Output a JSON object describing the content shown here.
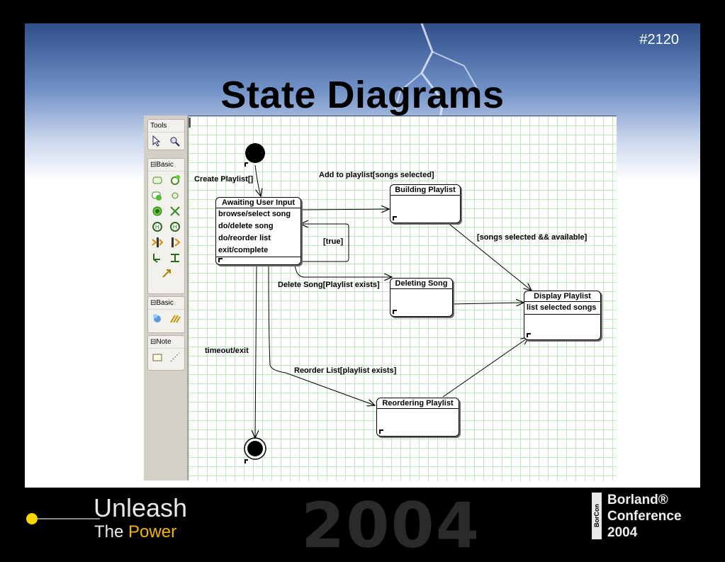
{
  "slide": {
    "number": "#2120",
    "title": "State Diagrams"
  },
  "palette": {
    "groups": [
      {
        "label": "Tools",
        "icons": [
          "pointer-icon",
          "zoom-icon"
        ]
      },
      {
        "label": "⊟Basic",
        "icons": [
          "state-icon",
          "composite-state-icon",
          "initial-state-icon",
          "small-state-icon",
          "final-state-icon",
          "terminate-icon",
          "history-icon",
          "deep-history-icon",
          "fork-icon",
          "join-icon",
          "junction-icon",
          "choice-icon",
          "transition-icon"
        ]
      },
      {
        "label": "⊟Basic",
        "icons": [
          "object-icon",
          "package-icon"
        ]
      },
      {
        "label": "⊟Note",
        "icons": [
          "note-icon",
          "note-link-icon"
        ]
      }
    ]
  },
  "diagram": {
    "states": [
      {
        "id": "awaiting",
        "name": "Awaiting User Input",
        "activities": [
          "browse/select song",
          "do/delete song",
          "do/reorder list",
          "exit/complete"
        ]
      },
      {
        "id": "building",
        "name": "Building Playlist",
        "activities": []
      },
      {
        "id": "deleting",
        "name": "Deleting Song",
        "activities": []
      },
      {
        "id": "display",
        "name": "Display Playlist",
        "activities": [
          "list selected songs"
        ]
      },
      {
        "id": "reordering",
        "name": "Reordering Playlist",
        "activities": []
      }
    ],
    "transitions": [
      {
        "from": "initial",
        "to": "awaiting",
        "label": "Create Playlist[]"
      },
      {
        "from": "awaiting",
        "to": "building",
        "label": "Add to playlist[songs selected]"
      },
      {
        "from": "awaiting",
        "to": "awaiting",
        "label": "[true]"
      },
      {
        "from": "awaiting",
        "to": "deleting",
        "label": "Delete Song[Playlist exists]"
      },
      {
        "from": "building",
        "to": "display",
        "label": "[songs selected && available]"
      },
      {
        "from": "deleting",
        "to": "display",
        "label": ""
      },
      {
        "from": "awaiting",
        "to": "final",
        "label": "timeout/exit"
      },
      {
        "from": "awaiting",
        "to": "reordering",
        "label": "Reorder List[playlist exists]"
      },
      {
        "from": "reordering",
        "to": "display",
        "label": ""
      }
    ]
  },
  "footer": {
    "tagline_1": "Unleash",
    "tagline_2a": "The ",
    "tagline_2b": "Power",
    "year_watermark": "2004",
    "brand_vertical": "BorCon",
    "conference_1": "Borland®",
    "conference_2": "Conference",
    "conference_3": "2004"
  },
  "colors": {
    "grid": "#bfe6bf",
    "palette_bg": "#d4d0c8",
    "accent_yellow": "#f5d800",
    "power_orange": "#f5b400"
  }
}
